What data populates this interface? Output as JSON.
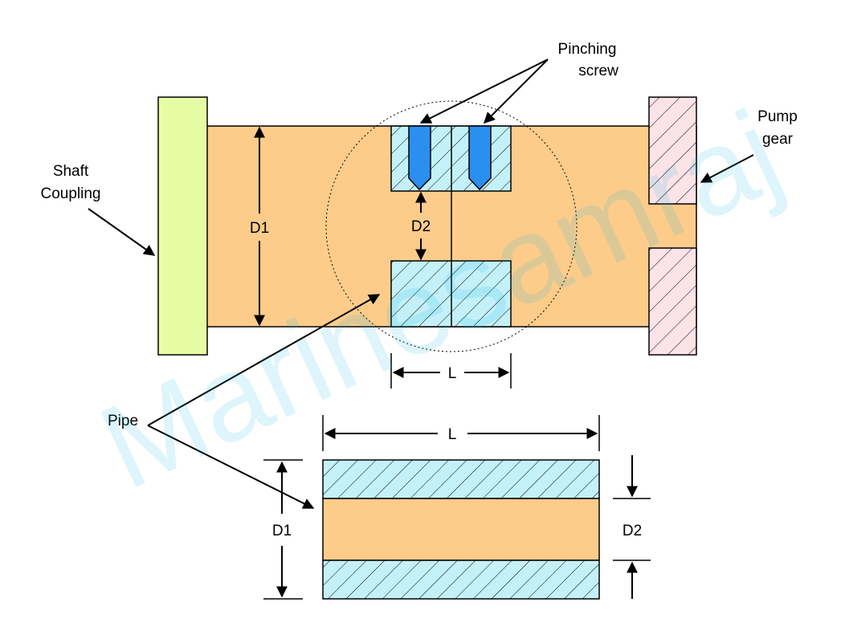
{
  "labels": {
    "pinching_line1": "Pinching",
    "pinching_line2": "screw",
    "shaft_line1": "Shaft",
    "shaft_line2": "Coupling",
    "pump_line1": "Pump",
    "pump_line2": "gear",
    "pipe": "Pipe",
    "d1_top": "D1",
    "d2_top": "D2",
    "l_top": "L",
    "l_bottom": "L",
    "d1_bottom": "D1",
    "d2_bottom": "D2"
  },
  "watermark": "Marinesamraj",
  "colors": {
    "shaft": "#fdcc8b",
    "coupling": "#e6fca4",
    "pump_gear": "#fce3e7",
    "pipe": "#c4f1f9",
    "screw": "#2b8fef",
    "watermark": "#00b4e6"
  }
}
